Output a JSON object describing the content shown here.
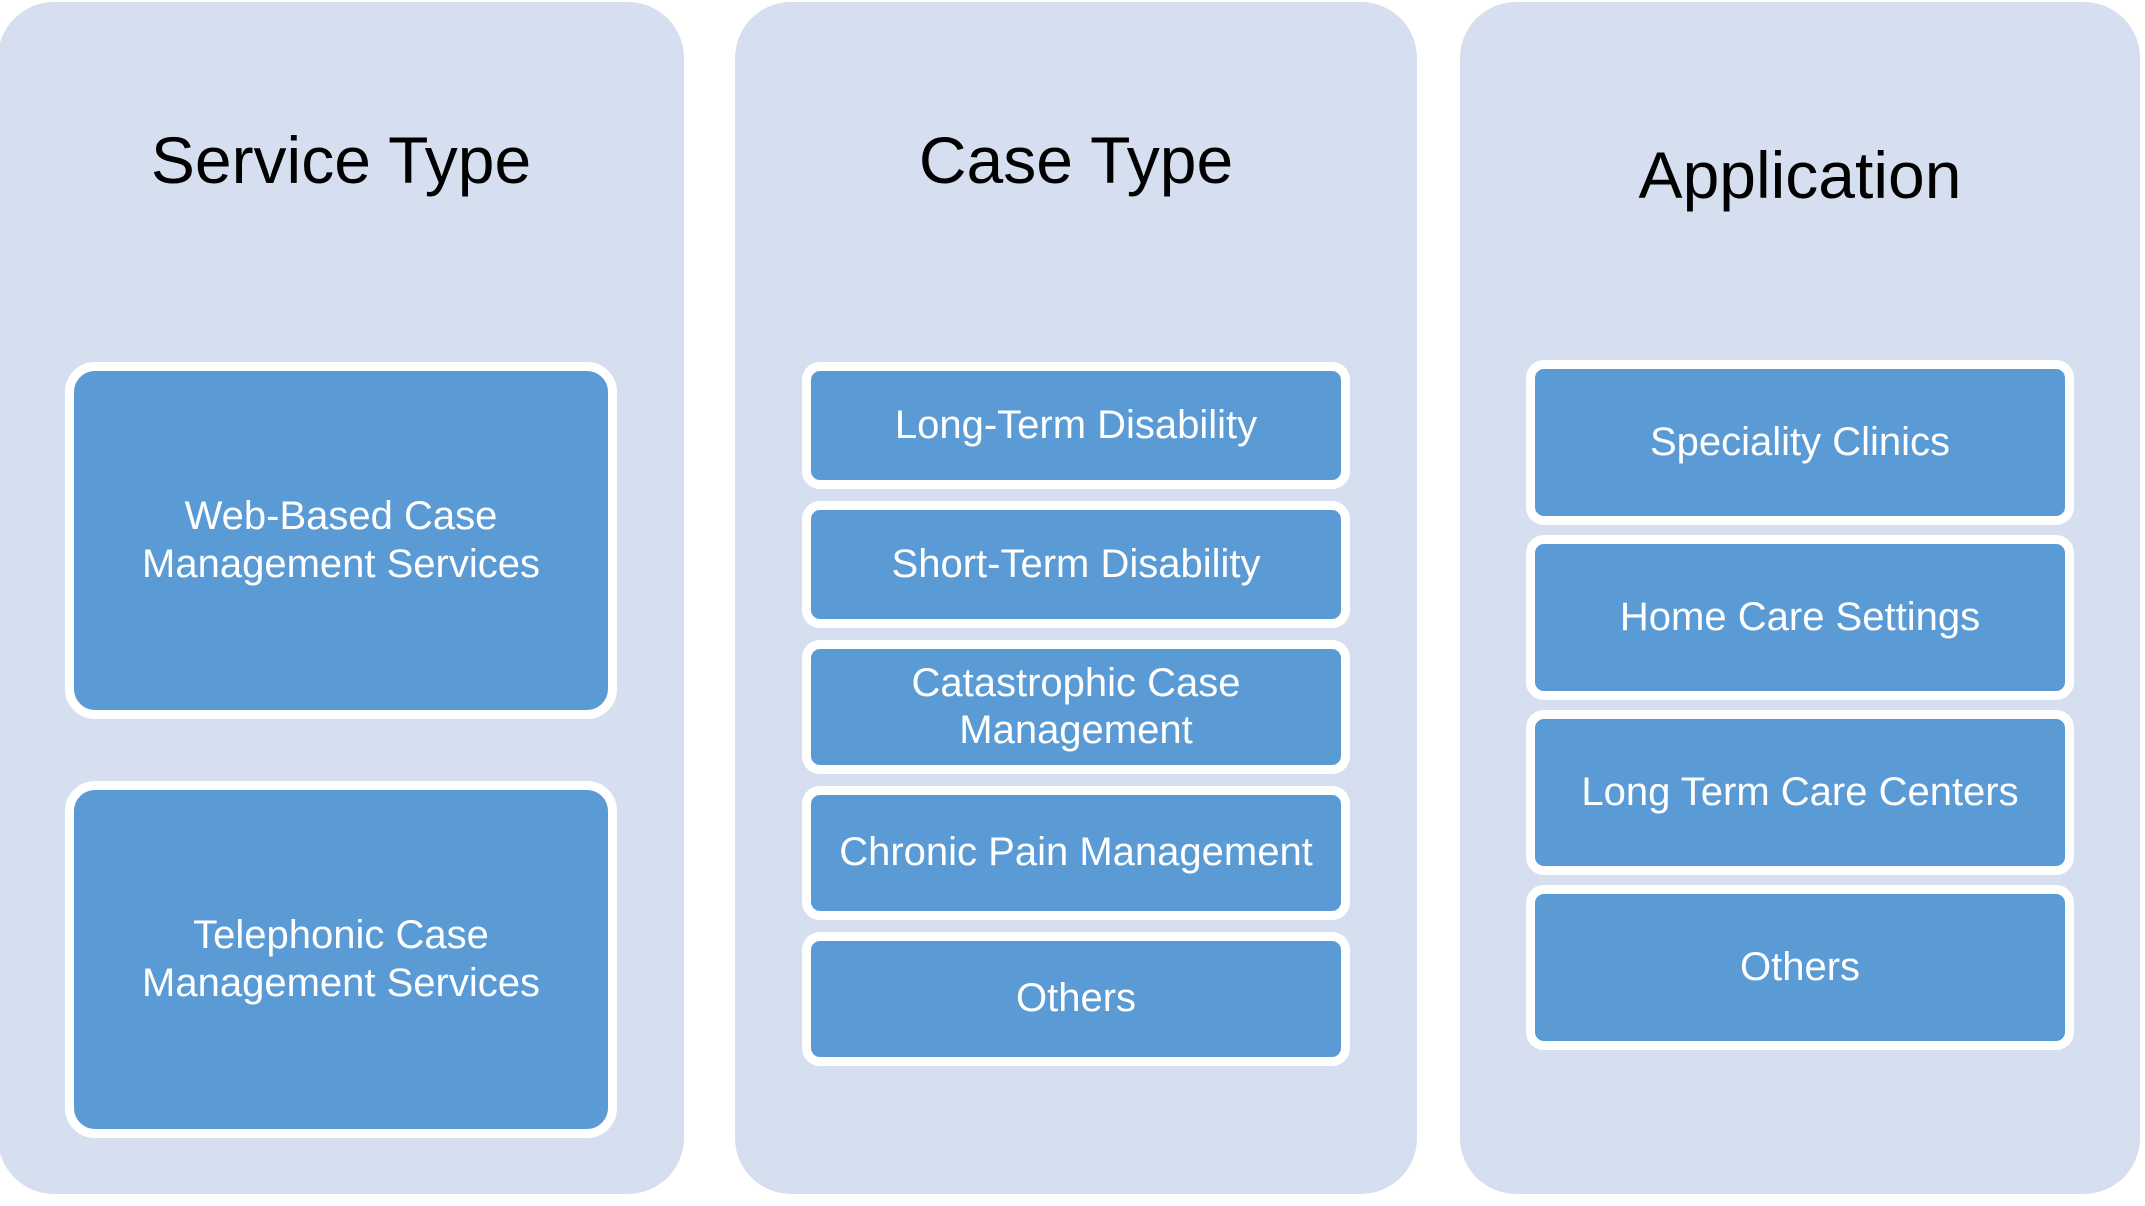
{
  "diagram": {
    "type": "three-column-category-diagram",
    "background_color": "#FFFFFF",
    "panel_color": "#D6DFEF",
    "node_color": "#5B9BD5",
    "node_border_color": "#FFFFFF",
    "node_text_color": "#FFFFFF",
    "title_text_color": "#000000",
    "columns": [
      {
        "id": "service-type",
        "title": "Service Type",
        "items": [
          {
            "label": "Web-Based Case Management Services"
          },
          {
            "label": "Telephonic Case Management Services"
          }
        ]
      },
      {
        "id": "case-type",
        "title": "Case Type",
        "items": [
          {
            "label": "Long-Term Disability"
          },
          {
            "label": "Short-Term Disability"
          },
          {
            "label": "Catastrophic Case Management"
          },
          {
            "label": "Chronic Pain Management"
          },
          {
            "label": "Others"
          }
        ]
      },
      {
        "id": "application",
        "title": "Application",
        "items": [
          {
            "label": "Speciality Clinics"
          },
          {
            "label": "Home Care Settings"
          },
          {
            "label": "Long Term Care Centers"
          },
          {
            "label": "Others"
          }
        ]
      }
    ]
  }
}
